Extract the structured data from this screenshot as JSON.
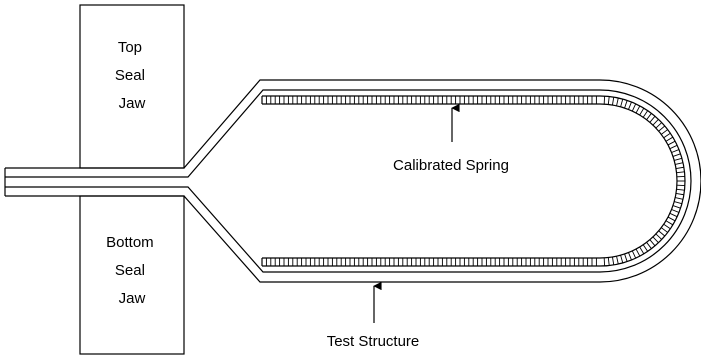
{
  "top_jaw": {
    "lines": [
      "Top",
      "Seal",
      "Jaw"
    ]
  },
  "bottom_jaw": {
    "lines": [
      "Bottom",
      "Seal",
      "Jaw"
    ]
  },
  "spring_label": "Calibrated Spring",
  "structure_label": "Test Structure"
}
